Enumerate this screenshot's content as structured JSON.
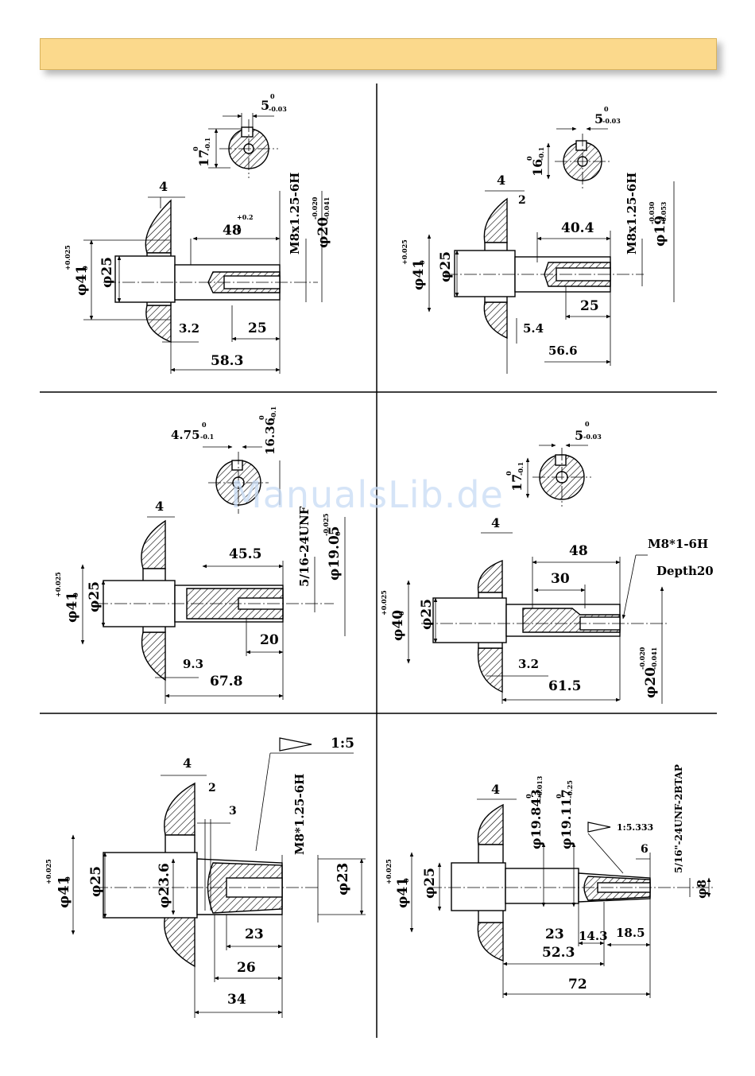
{
  "banner": {
    "title": ""
  },
  "watermark": "ManualsLib.de",
  "diagrams": {
    "d1": {
      "key_width": "5",
      "key_tol": "-0.03",
      "key_tol0": "0",
      "key_depth": "17",
      "key_depth_tol": "-0.1",
      "key_depth_tol0": "0",
      "flange_width": "4",
      "thread_len": "48",
      "thread_len_tol": "+0.2",
      "thread_len_tol0": "0",
      "thread_spec": "M8x1.25-6H",
      "shaft_dia": "φ20",
      "shaft_dia_tol1": "-0.020",
      "shaft_dia_tol2": "-0.041",
      "boss_dia": "φ41",
      "boss_dia_tol1": "+0.025",
      "boss_dia_tol2": "0",
      "inner_dia": "φ25",
      "gap": "3.2",
      "hole_depth": "25",
      "total_len": "58.3"
    },
    "d2": {
      "key_width": "5",
      "key_tol": "-0.03",
      "key_tol0": "0",
      "key_depth": "16",
      "key_depth_tol": "-0.1",
      "key_depth_tol0": "0",
      "flange_width": "4",
      "flange_gap": "2",
      "step_len": "40.4",
      "thread_spec": "M8x1.25-6H",
      "shaft_dia": "φ19",
      "shaft_dia_tol1": "-0.030",
      "shaft_dia_tol2": "-0.053",
      "boss_dia": "φ41",
      "boss_dia_tol1": "+0.025",
      "boss_dia_tol2": "0",
      "inner_dia": "φ25",
      "hole_depth": "25",
      "gap": "5.4",
      "total_len": "56.6"
    },
    "d3": {
      "key_width": "4.75",
      "key_tol": "-0.1",
      "key_tol0": "0",
      "key_depth": "16.36",
      "key_depth_tol": "-0.1",
      "key_depth_tol0": "0",
      "flange_width": "4",
      "step_len": "45.5",
      "thread_spec": "5/16-24UNF",
      "shaft_dia": "φ19.05",
      "shaft_dia_tol1": "-0.025",
      "shaft_dia_tol2": "0",
      "boss_dia": "φ41",
      "boss_dia_tol1": "+0.025",
      "boss_dia_tol2": "0",
      "inner_dia": "φ25",
      "hole_depth": "20",
      "gap": "9.3",
      "total_len": "67.8"
    },
    "d4": {
      "key_width": "5",
      "key_tol": "-0.03",
      "key_tol0": "0",
      "key_depth": "17",
      "key_depth_tol": "-0.1",
      "key_depth_tol0": "0",
      "flange_width": "4",
      "total_step": "48",
      "step_len": "30",
      "thread_spec": "M8*1-6H",
      "depth_label": "Depth20",
      "boss_dia": "φ40",
      "boss_dia_tol1": "+0.025",
      "boss_dia_tol2": "0",
      "inner_dia": "φ25",
      "gap": "3.2",
      "total_len": "61.5",
      "shaft_dia": "φ20",
      "shaft_dia_tol1": "-0.020",
      "shaft_dia_tol2": "-0.041"
    },
    "d5": {
      "taper": "1:5",
      "flange_width": "4",
      "flange_gap": "2",
      "gap3": "3",
      "thread_spec": "M8*1.25-6H",
      "boss_dia": "φ41",
      "boss_dia_tol1": "+0.025",
      "boss_dia_tol2": "0",
      "inner_dia": "φ25",
      "taper_dia": "φ23.6",
      "end_dia": "φ23",
      "len1": "23",
      "len2": "26",
      "len3": "34"
    },
    "d6": {
      "flange_width": "4",
      "dia_a": "φ19.843",
      "dia_a_tol1": "0",
      "dia_a_tol2": "-0.013",
      "dia_b": "φ19.117",
      "dia_b_tol1": "0",
      "dia_b_tol2": "-0.25",
      "taper": "1:5.333",
      "thread_spec": "5/16\"-24UNF-2BTAP",
      "len6": "6",
      "boss_dia": "φ41",
      "boss_dia_tol1": "+0.025",
      "boss_dia_tol2": "0",
      "inner_dia": "φ25",
      "pin_dia": "φ8",
      "len23": "23",
      "len14": "14.3",
      "len18": "18.5",
      "len52": "52.3",
      "len72": "72"
    }
  }
}
